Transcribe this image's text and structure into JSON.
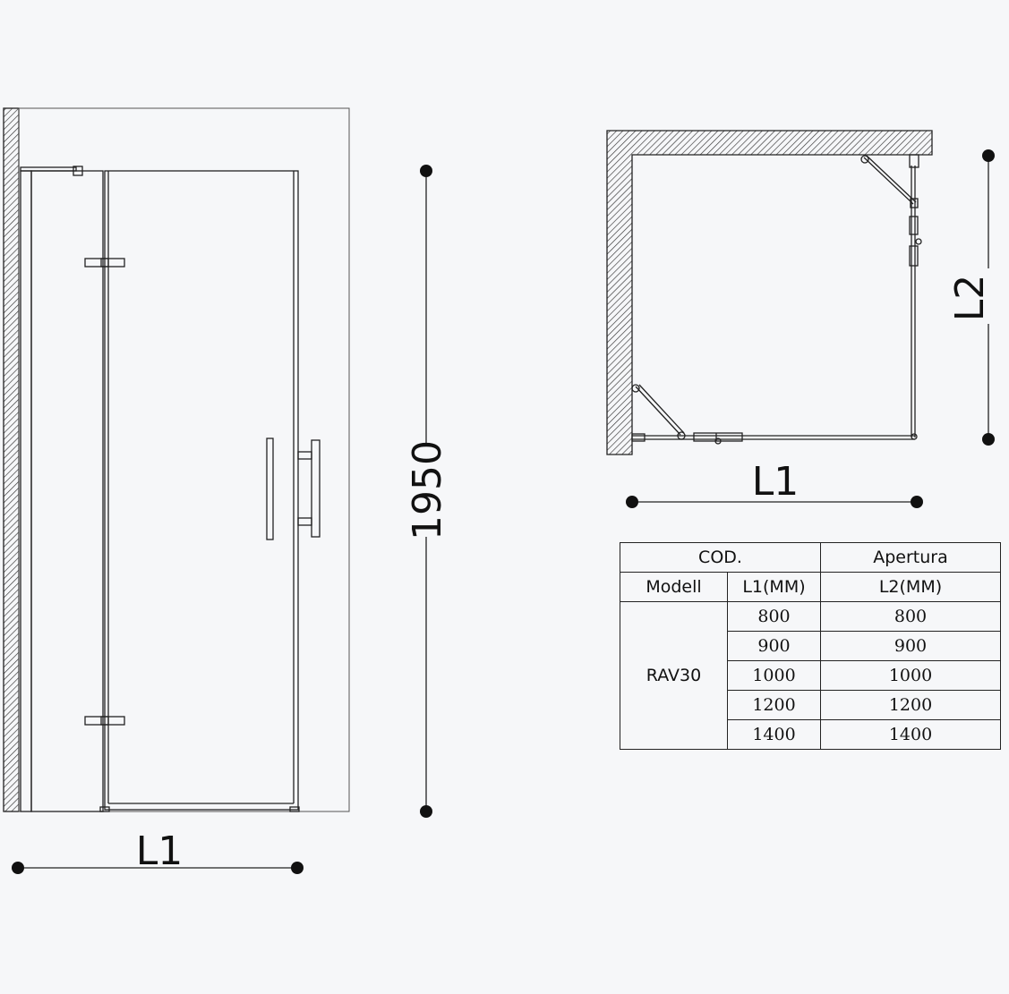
{
  "front_view": {
    "width_label": "L1",
    "height_label": "1950"
  },
  "plan_view": {
    "width_label": "L1",
    "depth_label": "L2"
  },
  "table": {
    "head_row1": [
      "COD.",
      "Apertura"
    ],
    "head_row2": [
      "Modell",
      "L1(MM)",
      "L2(MM)"
    ],
    "model": "RAV30",
    "rows": [
      {
        "l1": "800",
        "l2": "800"
      },
      {
        "l1": "900",
        "l2": "900"
      },
      {
        "l1": "1000",
        "l2": "1000"
      },
      {
        "l1": "1200",
        "l2": "1200"
      },
      {
        "l1": "1400",
        "l2": "1400"
      }
    ]
  }
}
